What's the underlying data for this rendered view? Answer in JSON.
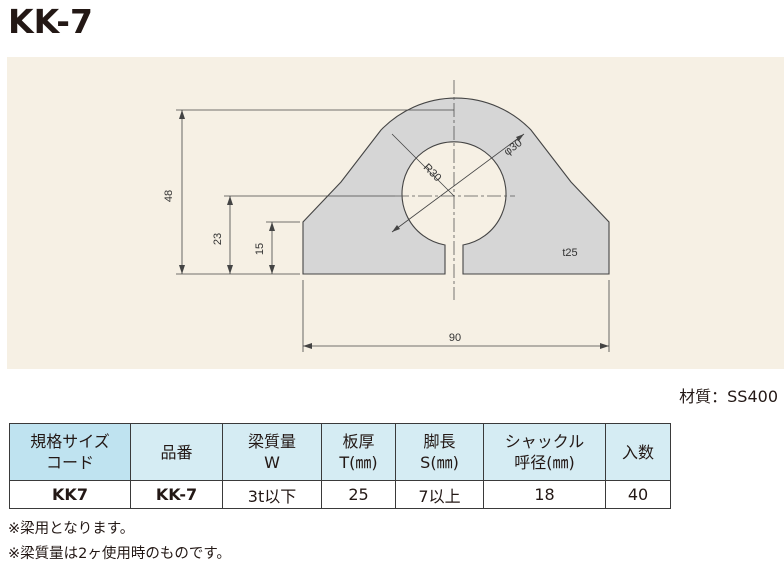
{
  "title": "KK-7",
  "drawing": {
    "dimensions": {
      "height_total": "48",
      "height_mid": "23",
      "height_foot": "15",
      "width": "90",
      "radius": "R30",
      "hole": "φ30",
      "thickness": "t25"
    }
  },
  "material": "材質：SS400",
  "table": {
    "headers": [
      [
        "規格サイズ",
        "コード"
      ],
      [
        "品番"
      ],
      [
        "梁質量",
        "W"
      ],
      [
        "板厚",
        "T(㎜)"
      ],
      [
        "脚長",
        "S(㎜)"
      ],
      [
        "シャックル",
        "呼径(㎜)"
      ],
      [
        "入数"
      ]
    ],
    "row": [
      "KK7",
      "KK-7",
      "3t以下",
      "25",
      "7以上",
      "18",
      "40"
    ]
  },
  "notes": [
    "※梁用となります。",
    "※梁質量は2ヶ使用時のものです。"
  ]
}
